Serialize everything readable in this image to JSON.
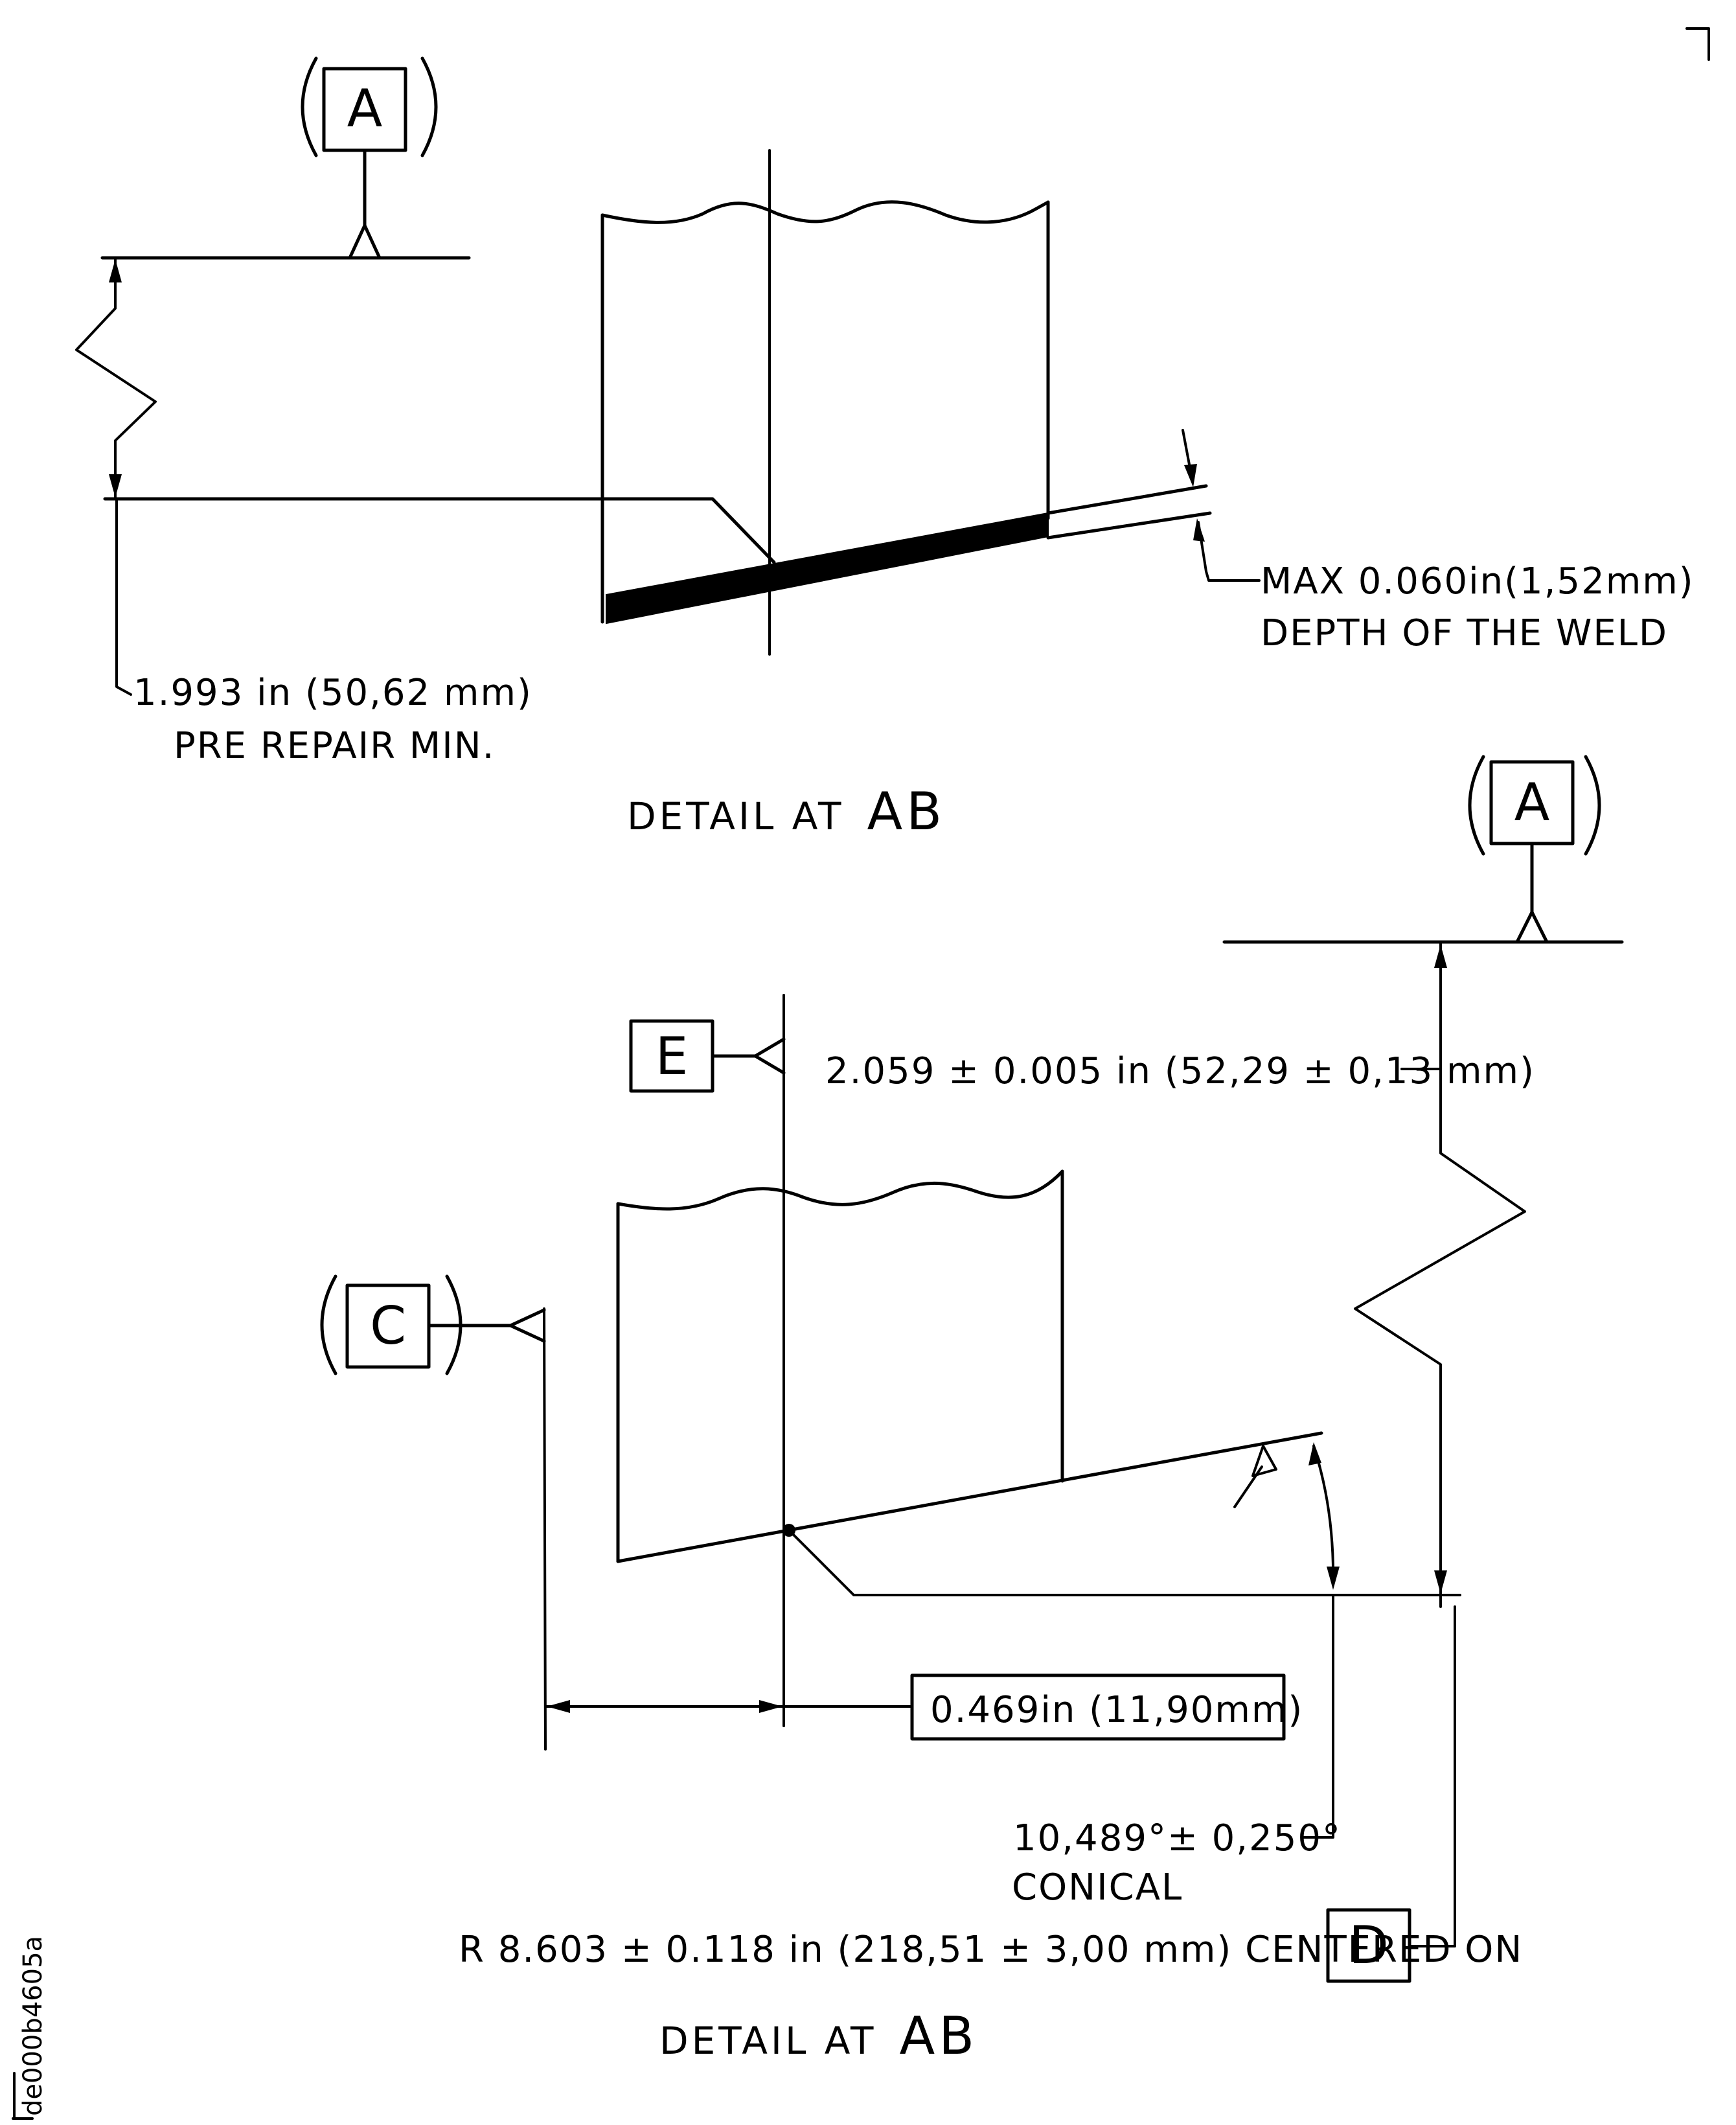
{
  "detail_top": {
    "datum_a": "A",
    "dim_depth": "MAX 0.060in(1,52mm)",
    "dim_depth_note": "DEPTH OF THE WELD",
    "dim_height": "1.993 in (50,62 mm)",
    "dim_height_note": "PRE REPAIR MIN.",
    "caption_prefix": "DETAIL AT",
    "caption_ref": "AB"
  },
  "detail_bottom": {
    "datum_a": "A",
    "datum_e": "E",
    "datum_c": "C",
    "datum_d": "D",
    "dim_height": "2.059 ± 0.005 in (52,29 ± 0,13 mm)",
    "dim_offset": "0.469in (11,90mm)",
    "dim_angle": "10,489°± 0,250°",
    "dim_angle_note": "CONICAL",
    "dim_radius": "R 8.603 ± 0.118 in (218,51 ± 3,00 mm) CENTERED ON",
    "caption_prefix": "DETAIL AT",
    "caption_ref": "AB"
  },
  "document_id": "de000b4605a"
}
